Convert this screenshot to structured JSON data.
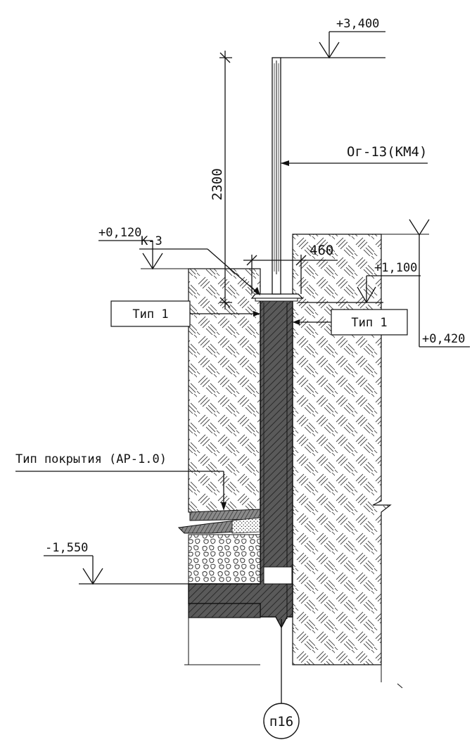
{
  "elevations": {
    "top_post": "+3,400",
    "top_wall": "+1,100",
    "ground_right": "+0,420",
    "ground_left": "+0,120",
    "bottom": "-1,550"
  },
  "dimensions": {
    "post_height": "2300",
    "cap_width": "460"
  },
  "callouts": {
    "post": "Ог-13(КМ4)",
    "cap": "К-3",
    "type_left": "Тип 1",
    "type_right": "Тип 1",
    "pavement": "Тип покрытия (АР-1.0)"
  },
  "section_marker": "п16",
  "colors": {
    "concrete_fill": "#5a5a5a",
    "line": "#111111",
    "hatch": "#222222"
  }
}
